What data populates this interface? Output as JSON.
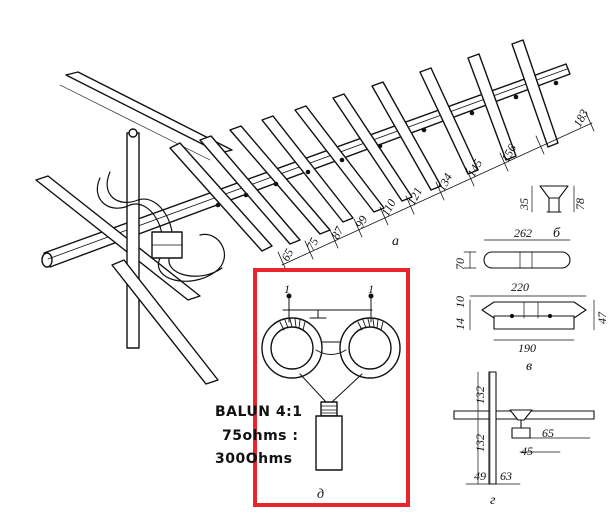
{
  "colors": {
    "ink": "#111111",
    "highlight": "#e8262c",
    "background": "#ffffff"
  },
  "antenna": {
    "fig_label": "а",
    "spacings": [
      "65",
      "75",
      "87",
      "99",
      "110",
      "121",
      "134",
      "145",
      "156",
      "183"
    ]
  },
  "detail_b": {
    "fig_label": "б",
    "dims": {
      "h1": "35",
      "h2": "78"
    }
  },
  "detail_v": {
    "fig_label": "в",
    "dims": {
      "w_top": "262",
      "h_top": "70",
      "w_mid": "220",
      "w_bot": "190",
      "h_a": "10",
      "h_b": "14",
      "h_c": "47"
    }
  },
  "detail_g": {
    "fig_label": "г",
    "dims": {
      "h_top": "132",
      "h_bot": "132",
      "a": "65",
      "b": "45",
      "c": "49",
      "d": "63"
    }
  },
  "detail_d": {
    "fig_label": "д",
    "pin_left": "1",
    "pin_right": "1",
    "balun_text": [
      "BALUN 4:1",
      "75ohms :",
      "300Ohms"
    ]
  }
}
